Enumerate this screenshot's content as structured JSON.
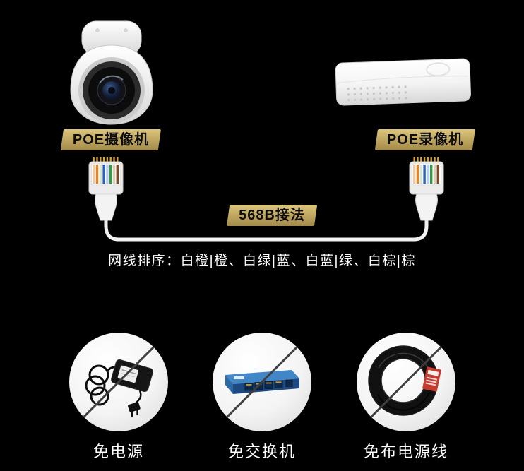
{
  "diagram": {
    "camera_label": "POE摄像机",
    "recorder_label": "POE录像机",
    "wiring_badge": "568B接法",
    "wiring_order": "网线排序：白橙|橙、白绿|蓝、白蓝|绿、白棕|棕"
  },
  "features": [
    {
      "label": "免电源",
      "icon": "power-adapter-icon"
    },
    {
      "label": "免交换机",
      "icon": "network-switch-icon"
    },
    {
      "label": "免布电源线",
      "icon": "cable-coil-icon"
    }
  ],
  "colors": {
    "background": "#000000",
    "badge_gold": "#c3aa62",
    "cable_white": "#f2f2f2",
    "text_white": "#ffffff",
    "slash_gray": "#3f3f3f"
  },
  "wire_colors": [
    "#f0c9a0",
    "#e8821e",
    "#cfe9d4",
    "#2e5fc4",
    "#b9cdf0",
    "#2f9e44",
    "#e0cdb9",
    "#7a4b22"
  ]
}
